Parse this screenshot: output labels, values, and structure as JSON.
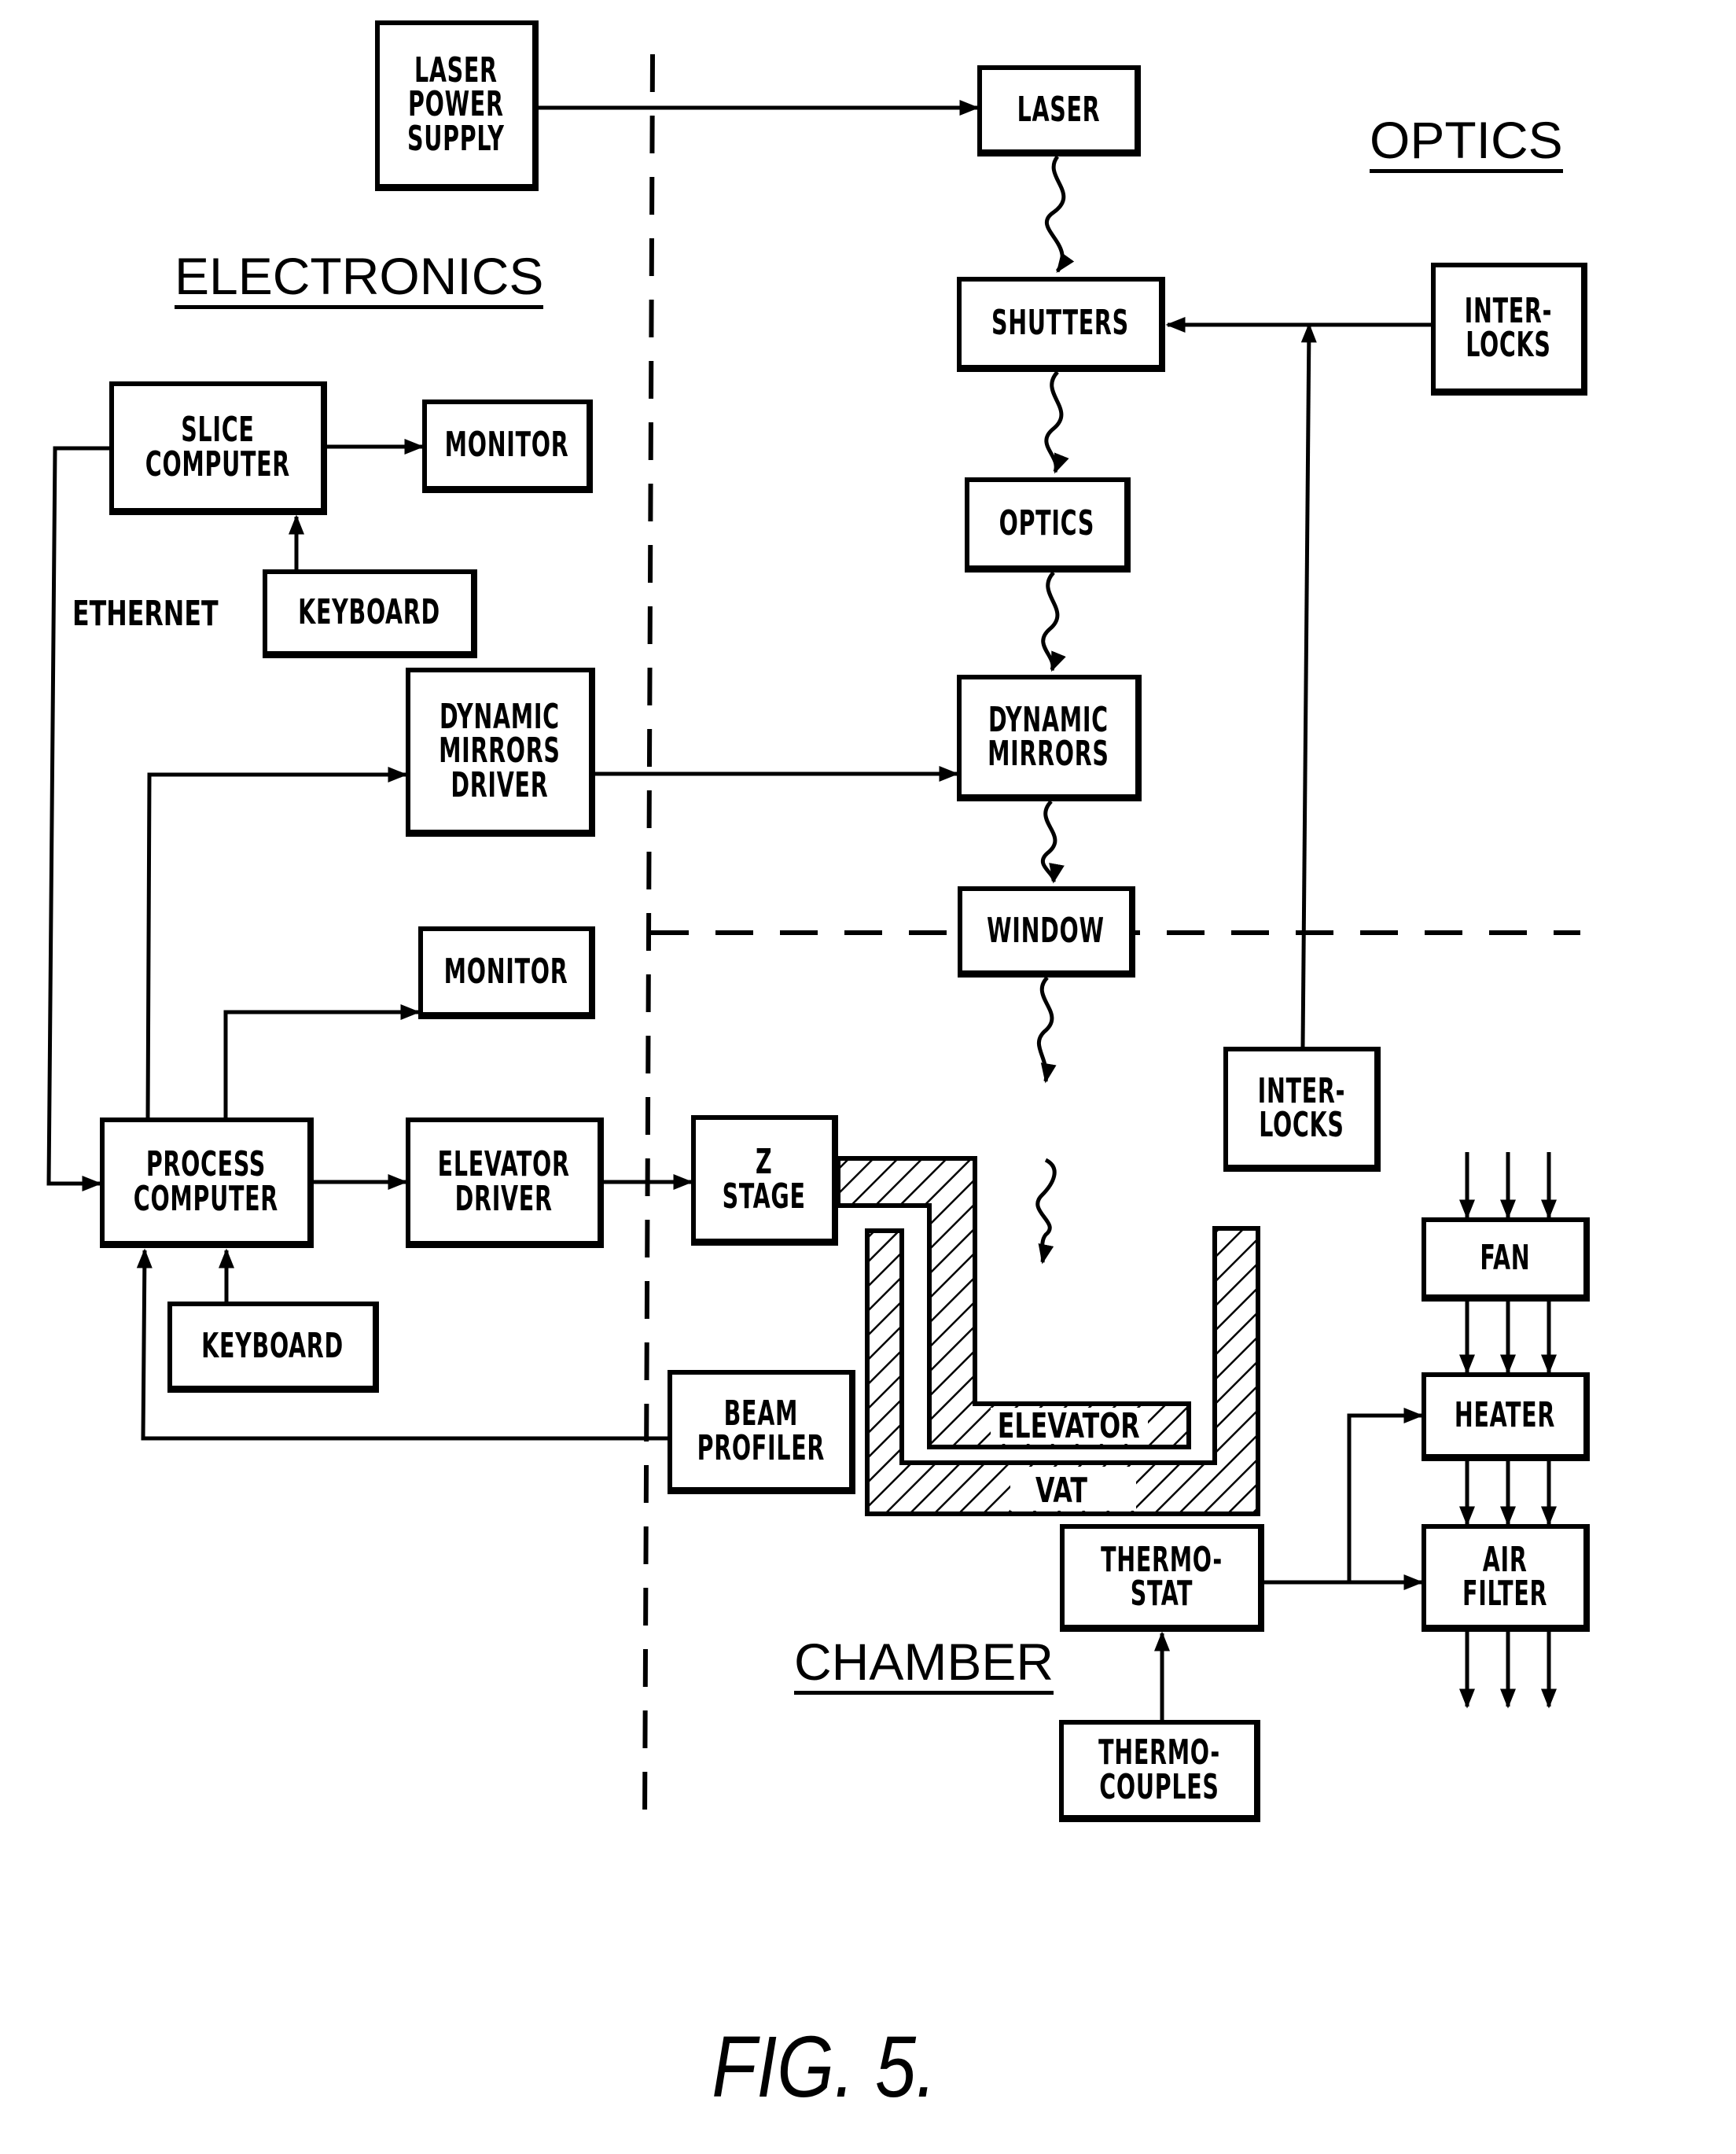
{
  "figure_label": "FIG. 5.",
  "sections": {
    "electronics": "ELECTRONICS",
    "optics": "OPTICS",
    "chamber": "CHAMBER"
  },
  "labels": {
    "ethernet": "ETHERNET"
  },
  "blocks": {
    "laser_power_supply": "LASER\nPOWER\nSUPPLY",
    "laser": "LASER",
    "shutters": "SHUTTERS",
    "interlocks_optics": "INTER-\nLOCKS",
    "optics": "OPTICS",
    "dynamic_mirrors": "DYNAMIC\nMIRRORS",
    "window": "WINDOW",
    "interlocks_chamber": "INTER-\nLOCKS",
    "slice_computer": "SLICE\nCOMPUTER",
    "monitor_slice": "MONITOR",
    "keyboard_slice": "KEYBOARD",
    "dynamic_mirrors_driver": "DYNAMIC\nMIRRORS\nDRIVER",
    "monitor_process": "MONITOR",
    "process_computer": "PROCESS\nCOMPUTER",
    "elevator_driver": "ELEVATOR\nDRIVER",
    "z_stage": "Z\nSTAGE",
    "keyboard_process": "KEYBOARD",
    "beam_profiler": "BEAM\nPROFILER",
    "fan": "FAN",
    "heater": "HEATER",
    "air_filter": "AIR\nFILTER",
    "thermostat": "THERMO-\nSTAT",
    "thermocouples": "THERMO-\nCOUPLES",
    "elevator": "ELEVATOR",
    "vat": "VAT"
  },
  "connections": [
    {
      "from": "laser_power_supply",
      "to": "laser",
      "type": "wire"
    },
    {
      "from": "laser",
      "to": "shutters",
      "type": "beam"
    },
    {
      "from": "shutters",
      "to": "optics",
      "type": "beam"
    },
    {
      "from": "optics",
      "to": "dynamic_mirrors",
      "type": "beam"
    },
    {
      "from": "dynamic_mirrors",
      "to": "window",
      "type": "beam"
    },
    {
      "from": "window",
      "to": "vat",
      "type": "beam"
    },
    {
      "from": "interlocks_optics",
      "to": "shutters",
      "type": "wire"
    },
    {
      "from": "interlocks_chamber",
      "to": "shutters",
      "type": "wire"
    },
    {
      "from": "slice_computer",
      "to": "monitor_slice",
      "type": "wire"
    },
    {
      "from": "keyboard_slice",
      "to": "slice_computer",
      "type": "wire"
    },
    {
      "from": "slice_computer",
      "to": "process_computer",
      "type": "wire",
      "label": "ETHERNET"
    },
    {
      "from": "process_computer",
      "to": "dynamic_mirrors_driver",
      "type": "wire"
    },
    {
      "from": "dynamic_mirrors_driver",
      "to": "dynamic_mirrors",
      "type": "wire"
    },
    {
      "from": "process_computer",
      "to": "monitor_process",
      "type": "wire"
    },
    {
      "from": "process_computer",
      "to": "elevator_driver",
      "type": "wire"
    },
    {
      "from": "elevator_driver",
      "to": "z_stage",
      "type": "wire"
    },
    {
      "from": "keyboard_process",
      "to": "process_computer",
      "type": "wire"
    },
    {
      "from": "beam_profiler",
      "to": "process_computer",
      "type": "wire"
    },
    {
      "from": "thermocouples",
      "to": "thermostat",
      "type": "wire"
    },
    {
      "from": "thermostat",
      "to": "heater",
      "type": "wire"
    },
    {
      "from": "thermostat",
      "to": "air_filter",
      "type": "wire"
    },
    {
      "from": "fan",
      "to": "heater",
      "type": "airflow"
    },
    {
      "from": "heater",
      "to": "air_filter",
      "type": "airflow"
    }
  ]
}
